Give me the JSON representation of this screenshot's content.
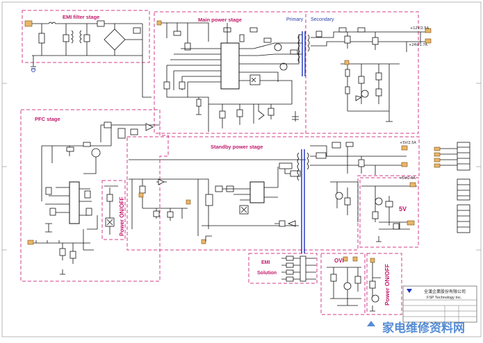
{
  "diagram": {
    "sections": {
      "emi_filter": "EMI filter stage",
      "main_power": "Main power stage",
      "primary": "Primary",
      "secondary": "Secondary",
      "pfc": "PFC stage",
      "standby": "Standby power stage",
      "power_onoff_left": "Power ON/OFF",
      "five_v": "5V",
      "emi_solution": "EMI\nSolution",
      "ovp": "OVP",
      "power_onoff_right": "Power ON/OFF"
    },
    "company": {
      "name_cn": "全漢企業股份有限公司",
      "name_en": "FSP Technology Inc."
    },
    "watermark": "家电维修资料网"
  }
}
